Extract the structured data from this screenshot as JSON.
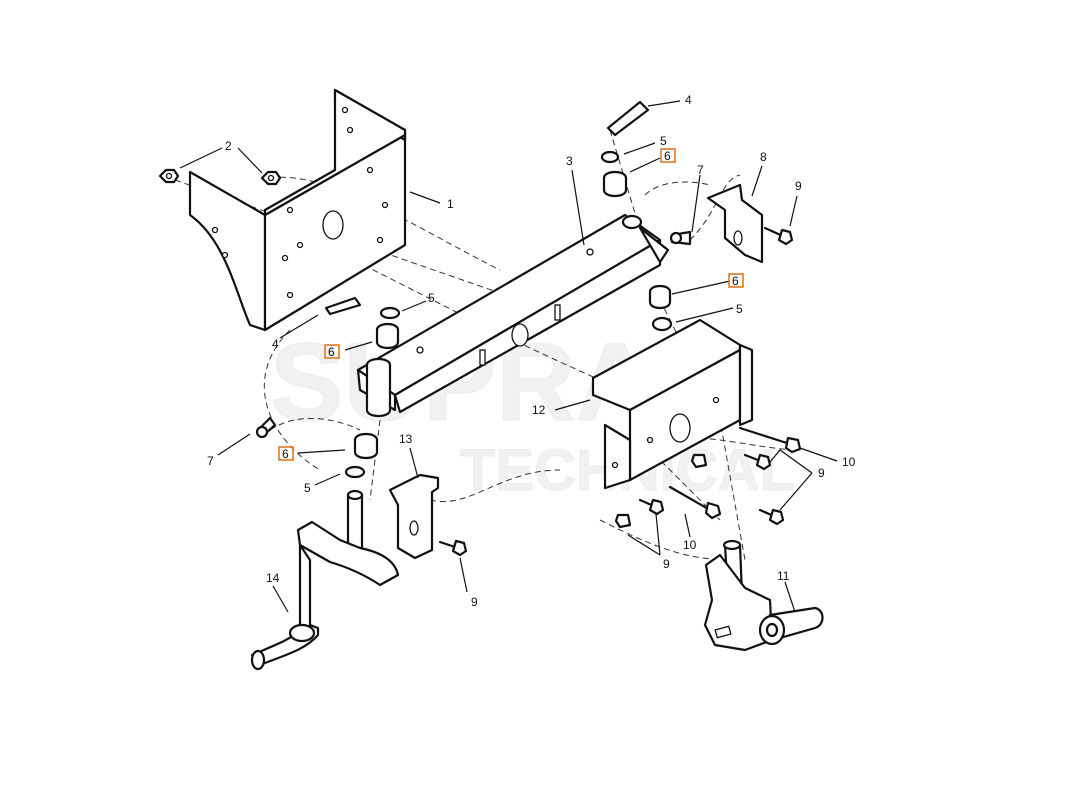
{
  "watermark": {
    "line1": "SUPRA",
    "line2": "TECHNICAL"
  },
  "highlight_color": "#e07a1f",
  "callouts": [
    {
      "id": "c1",
      "text": "1",
      "highlighted": false
    },
    {
      "id": "c2",
      "text": "2",
      "highlighted": false
    },
    {
      "id": "c3",
      "text": "3",
      "highlighted": false
    },
    {
      "id": "c4a",
      "text": "4",
      "highlighted": false
    },
    {
      "id": "c4b",
      "text": "4",
      "highlighted": false
    },
    {
      "id": "c5a",
      "text": "5",
      "highlighted": false
    },
    {
      "id": "c5b",
      "text": "5",
      "highlighted": false
    },
    {
      "id": "c5c",
      "text": "5",
      "highlighted": false
    },
    {
      "id": "c5d",
      "text": "5",
      "highlighted": false
    },
    {
      "id": "c6a",
      "text": "6",
      "highlighted": true
    },
    {
      "id": "c6b",
      "text": "6",
      "highlighted": true
    },
    {
      "id": "c6c",
      "text": "6",
      "highlighted": true
    },
    {
      "id": "c6d",
      "text": "6",
      "highlighted": true
    },
    {
      "id": "c7a",
      "text": "7",
      "highlighted": false
    },
    {
      "id": "c7b",
      "text": "7",
      "highlighted": false
    },
    {
      "id": "c8",
      "text": "8",
      "highlighted": false
    },
    {
      "id": "c9a",
      "text": "9",
      "highlighted": false
    },
    {
      "id": "c9b",
      "text": "9",
      "highlighted": false
    },
    {
      "id": "c9c",
      "text": "9",
      "highlighted": false
    },
    {
      "id": "c9d",
      "text": "9",
      "highlighted": false
    },
    {
      "id": "c10a",
      "text": "10",
      "highlighted": false
    },
    {
      "id": "c10b",
      "text": "10",
      "highlighted": false
    },
    {
      "id": "c11",
      "text": "11",
      "highlighted": false
    },
    {
      "id": "c12",
      "text": "12",
      "highlighted": false
    },
    {
      "id": "c13",
      "text": "13",
      "highlighted": false
    },
    {
      "id": "c14",
      "text": "14",
      "highlighted": false
    }
  ]
}
